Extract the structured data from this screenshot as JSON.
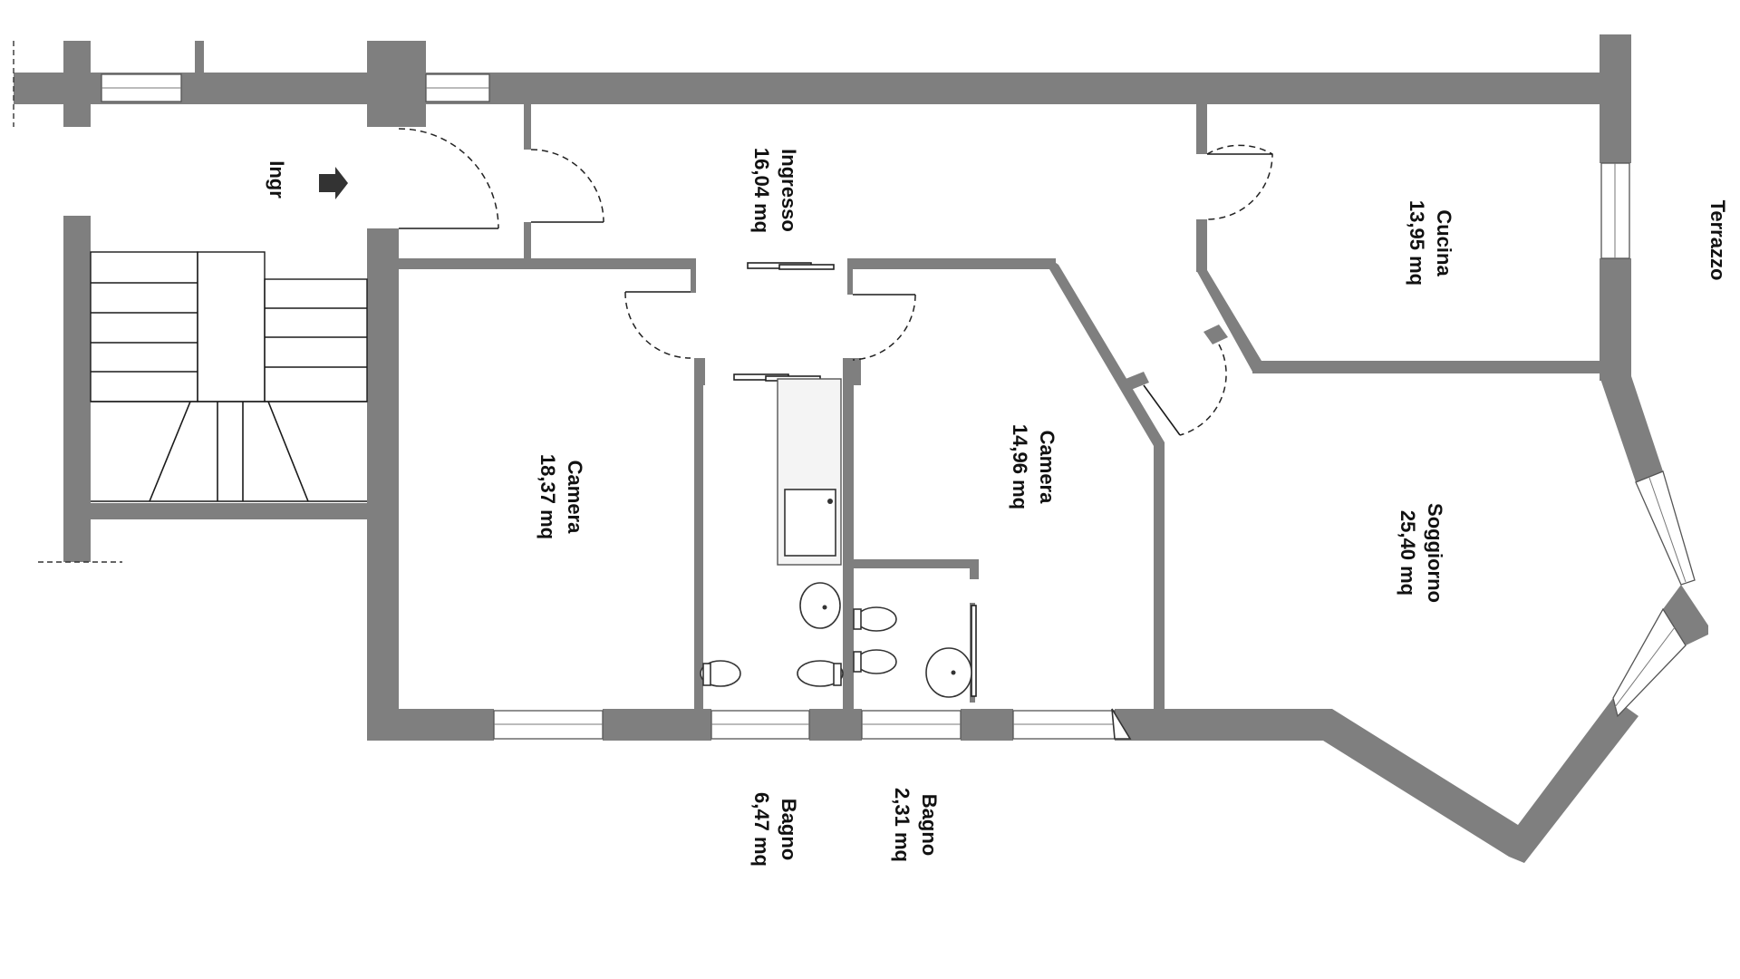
{
  "rooms": {
    "ingresso": {
      "name": "Ingresso",
      "area": "16,04 mq"
    },
    "cucina": {
      "name": "Cucina",
      "area": "13,95 mq"
    },
    "camera1": {
      "name": "Camera",
      "area": "18,37 mq"
    },
    "camera2": {
      "name": "Camera",
      "area": "14,96 mq"
    },
    "soggiorno": {
      "name": "Soggiorno",
      "area": "25,40 mq"
    },
    "bagno1": {
      "name": "Bagno",
      "area": "6,47 mq"
    },
    "bagno2": {
      "name": "Bagno",
      "area": "2,31 mq"
    }
  },
  "outside": {
    "terrazzo": "Terrazzo",
    "entrance": "Ingr"
  },
  "colors": {
    "wall": "#7f7f7f",
    "line": "#1a1a1a",
    "background": "#ffffff"
  }
}
